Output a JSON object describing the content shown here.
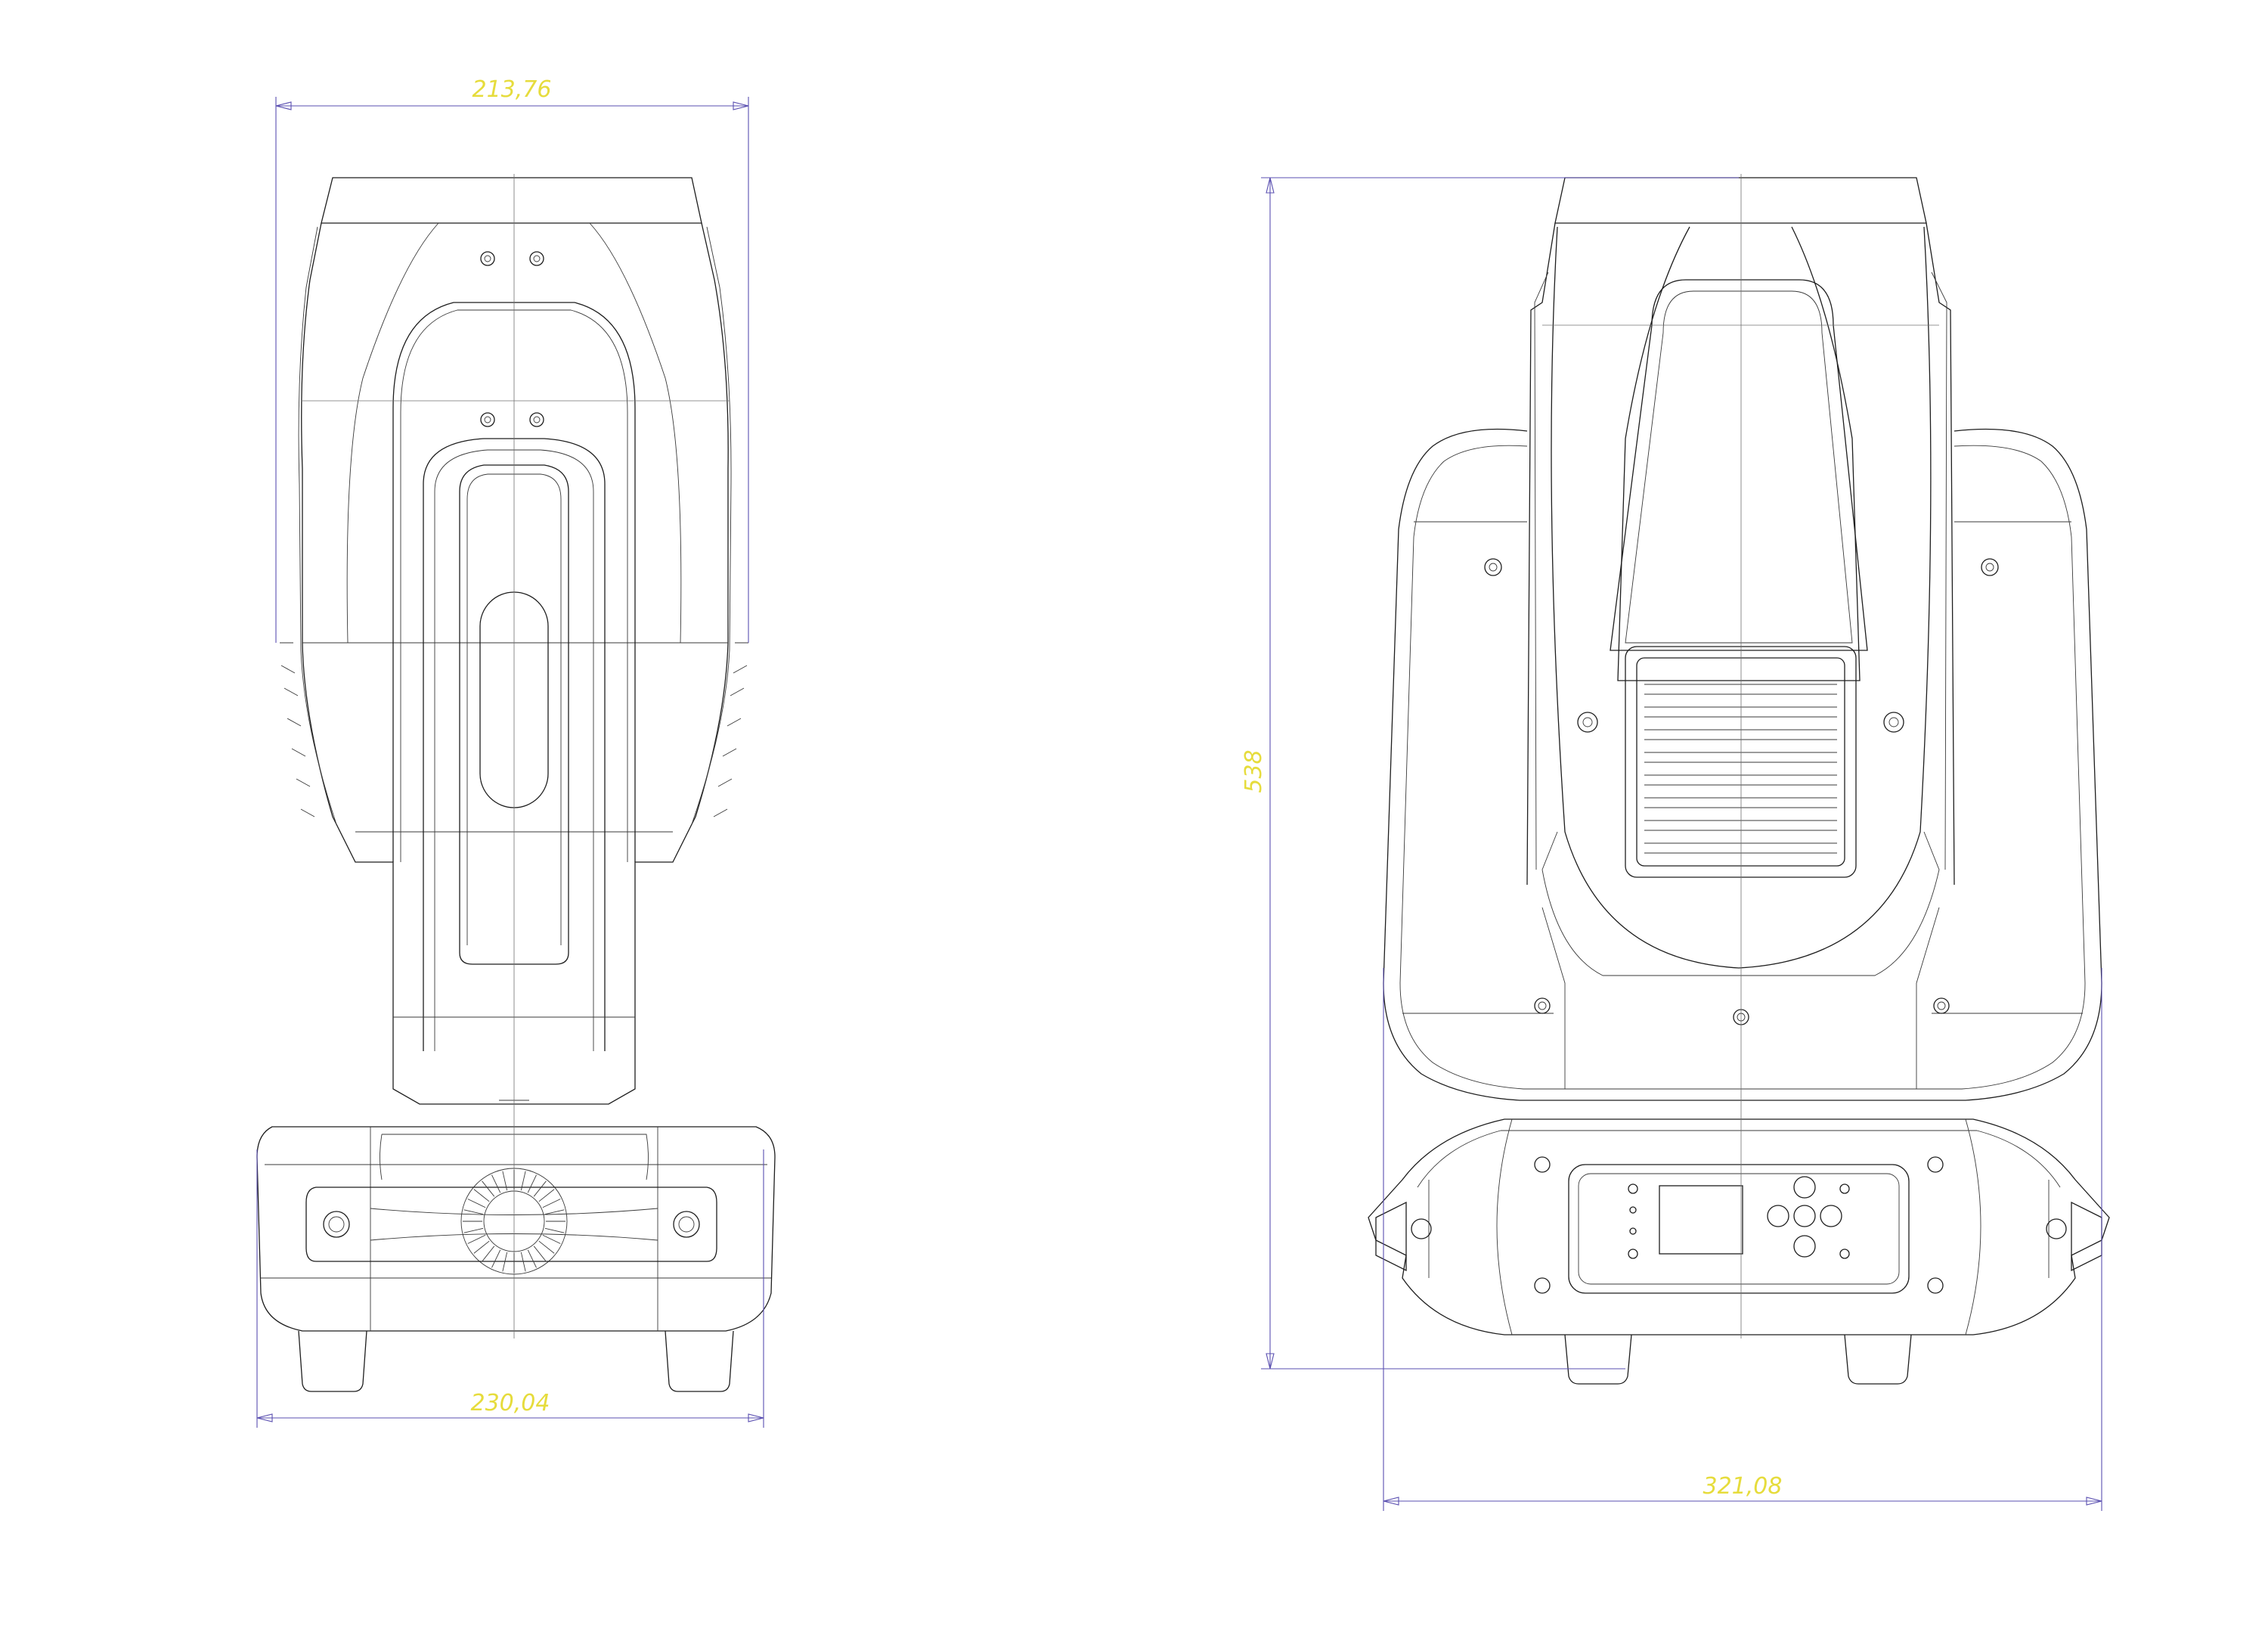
{
  "dimensions": {
    "side_top_width": "213,76",
    "side_base_width": "230,04",
    "front_height": "538",
    "front_width": "321,08"
  },
  "colors": {
    "line": "#1e1e1e",
    "dimension_line": "#5a4fb0",
    "dimension_text": "#e6dc3c",
    "background": "#ffffff"
  }
}
